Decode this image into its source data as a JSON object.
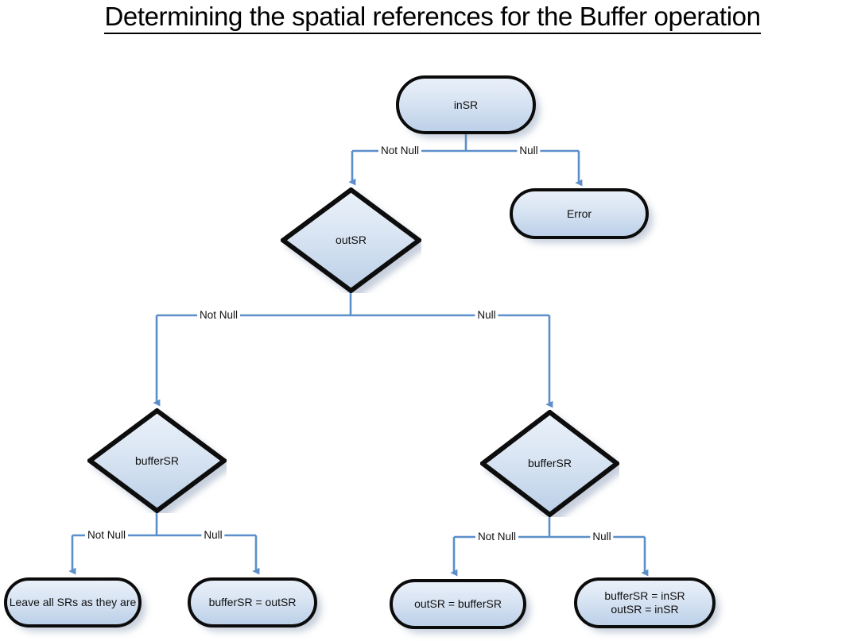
{
  "title": "Determining the spatial references for the Buffer operation",
  "colors": {
    "connector": "#5b8fc9",
    "node_border": "#0b0b0b",
    "node_fill_top": "#e9f0f9",
    "node_fill_bottom": "#bcd0e8",
    "text": "#111111",
    "background": "#ffffff"
  },
  "nodes": {
    "in_sr": {
      "label": "inSR",
      "type": "terminator"
    },
    "error": {
      "label": "Error",
      "type": "terminator"
    },
    "out_sr": {
      "label": "outSR",
      "type": "decision"
    },
    "buffer_sr_left": {
      "label": "bufferSR",
      "type": "decision"
    },
    "buffer_sr_right": {
      "label": "bufferSR",
      "type": "decision"
    },
    "leave_all": {
      "label": "Leave all SRs as they are",
      "type": "terminator"
    },
    "buffer_eq_out": {
      "label": "bufferSR = outSR",
      "type": "terminator"
    },
    "out_eq_buffer": {
      "label": "outSR = bufferSR",
      "type": "terminator"
    },
    "buffer_out_eq_in_line1": {
      "label": "bufferSR = inSR",
      "type": "terminator"
    },
    "buffer_out_eq_in_line2": {
      "label": "outSR = inSR",
      "type": "terminator"
    }
  },
  "edge_labels": {
    "l1_left": "Not Null",
    "l1_right": "Null",
    "l2_left": "Not Null",
    "l2_right": "Null",
    "l3a_left": "Not Null",
    "l3a_right": "Null",
    "l3b_left": "Not Null",
    "l3b_right": "Null"
  }
}
